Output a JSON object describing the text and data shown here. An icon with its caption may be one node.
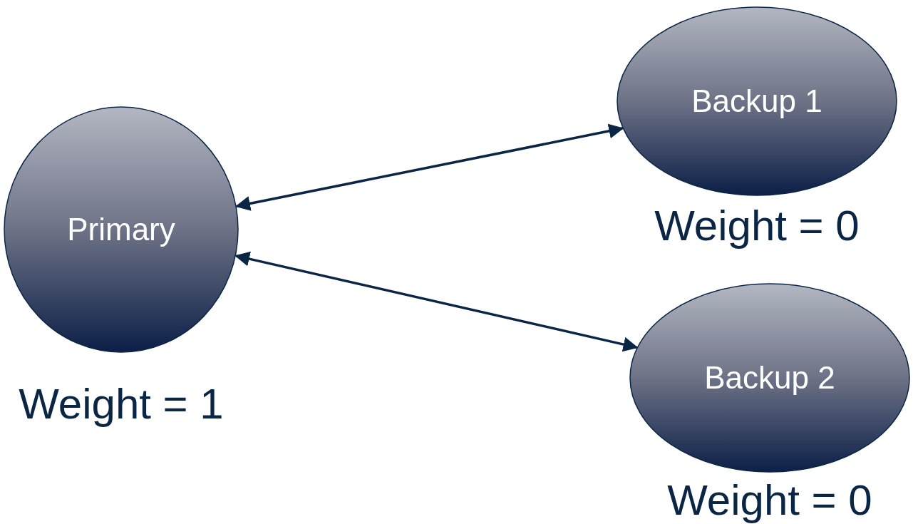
{
  "diagram": {
    "nodes": [
      {
        "text": [
          "Primary"
        ],
        "beside": [
          "Weight = 1"
        ]
      },
      {
        "text": [
          "Backup 1"
        ],
        "beside": [
          "Weight = 0"
        ]
      },
      {
        "text": [
          "Backup 2"
        ],
        "beside": [
          "Weight = 0"
        ]
      }
    ],
    "edges": [
      {
        "from": 0,
        "to": 1,
        "arrow": "both"
      },
      {
        "from": 0,
        "to": 2,
        "arrow": "both"
      }
    ]
  }
}
